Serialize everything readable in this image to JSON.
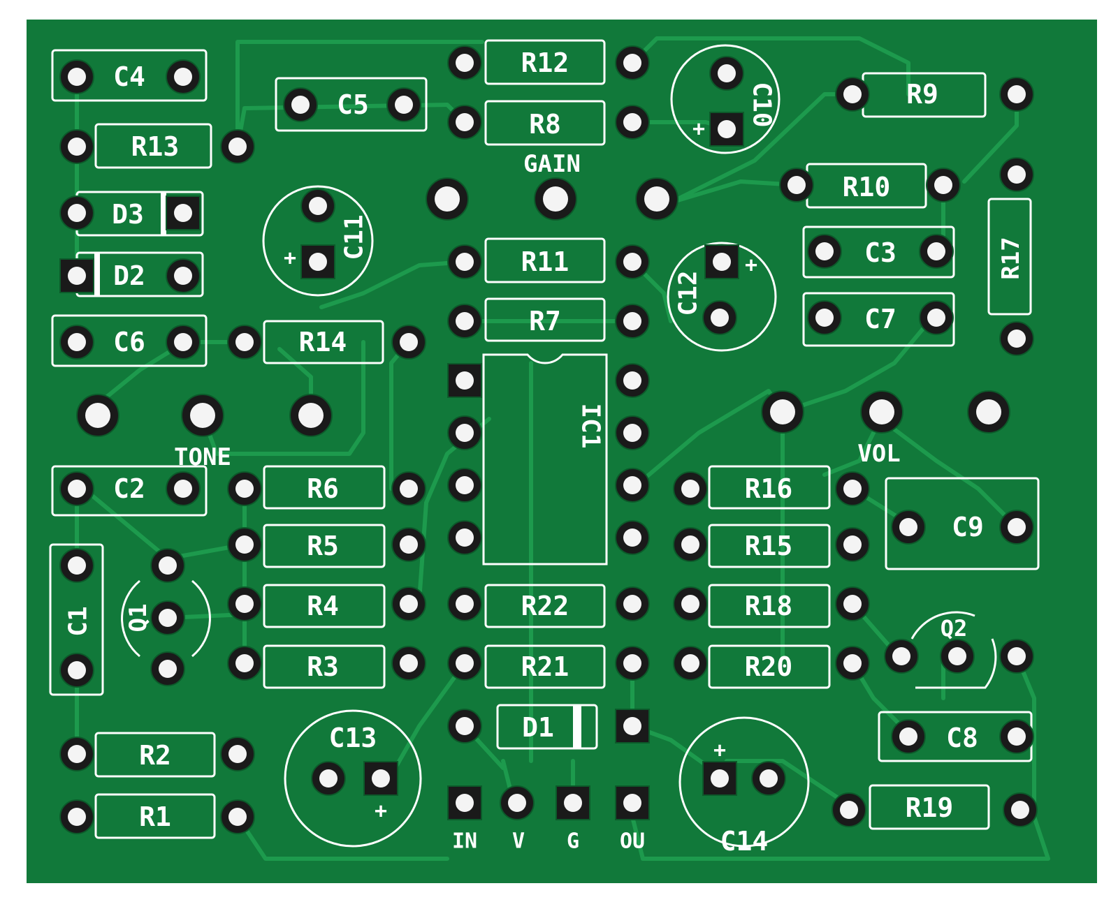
{
  "colors": {
    "board": "#11793a",
    "trace": "#1d9a4d",
    "silk": "#ffffff",
    "pad": "#1a1a1a",
    "hole": "#f4f4f4",
    "background": "#ffffff"
  },
  "labels": {
    "C4": "C4",
    "C5": "C5",
    "R12": "R12",
    "R8": "R8",
    "C10": "C10",
    "R9": "R9",
    "R13": "R13",
    "GAIN": "GAIN",
    "R10": "R10",
    "D3": "D3",
    "C11": "C11",
    "R17": "R17",
    "C3": "C3",
    "R11": "R11",
    "C12": "C12",
    "D2": "D2",
    "C7": "C7",
    "R7": "R7",
    "C6": "C6",
    "R14": "R14",
    "IC1": "IC1",
    "TONE": "TONE",
    "VOL": "VOL",
    "C2": "C2",
    "R6": "R6",
    "R16": "R16",
    "C9": "C9",
    "R5": "R5",
    "R15": "R15",
    "C1": "C1",
    "Q1": "Q1",
    "R4": "R4",
    "R22": "R22",
    "R18": "R18",
    "Q2": "Q2",
    "R3": "R3",
    "R21": "R21",
    "R20": "R20",
    "D1": "D1",
    "C8": "C8",
    "C13": "C13",
    "C14": "C14",
    "R2": "R2",
    "R1": "R1",
    "R19": "R19",
    "IN": "IN",
    "V": "V",
    "G": "G",
    "OU": "OU",
    "plus_c10": "+",
    "plus_c11": "+",
    "plus_c12": "+",
    "plus_c13": "+",
    "plus_c14": "+"
  }
}
